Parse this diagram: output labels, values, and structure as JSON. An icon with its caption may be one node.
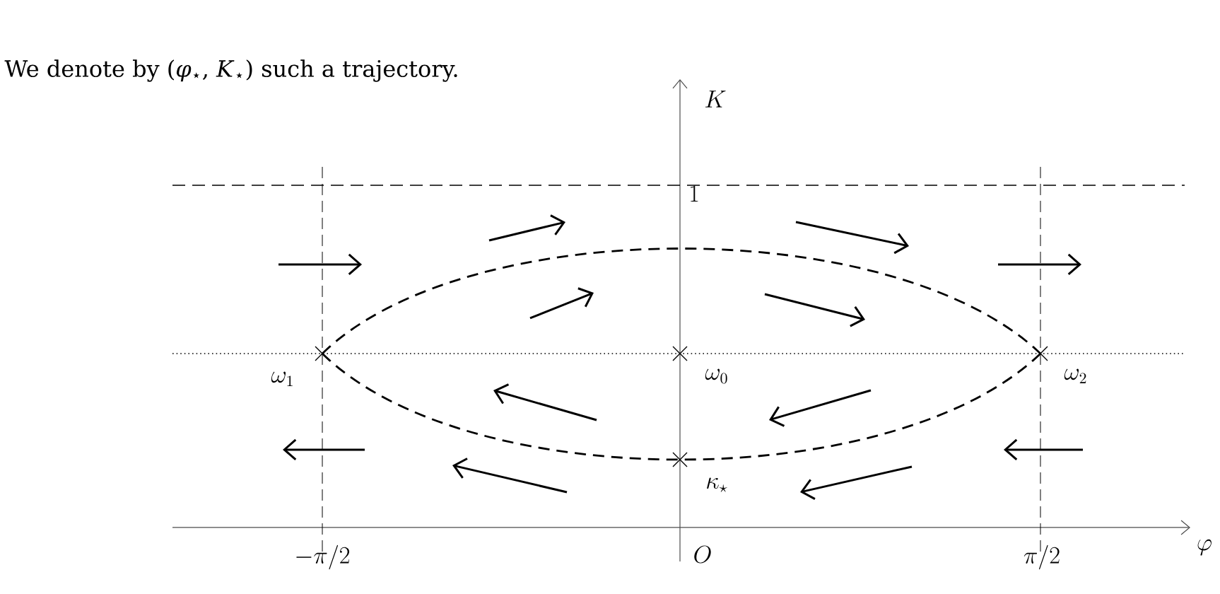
{
  "diagram": {
    "labels": [
      "We denote by (*φ*$_{⋆}$, *K*$_{⋆}$) such a trajectory.",
      "K",
      "1",
      "\\omega_1",
      "\\omega_0",
      "\\omega_2",
      "\\kappa_\\star",
      "-\\pi/2",
      "O",
      "\\pi/2",
      "\\varphi"
    ]
  }
}
